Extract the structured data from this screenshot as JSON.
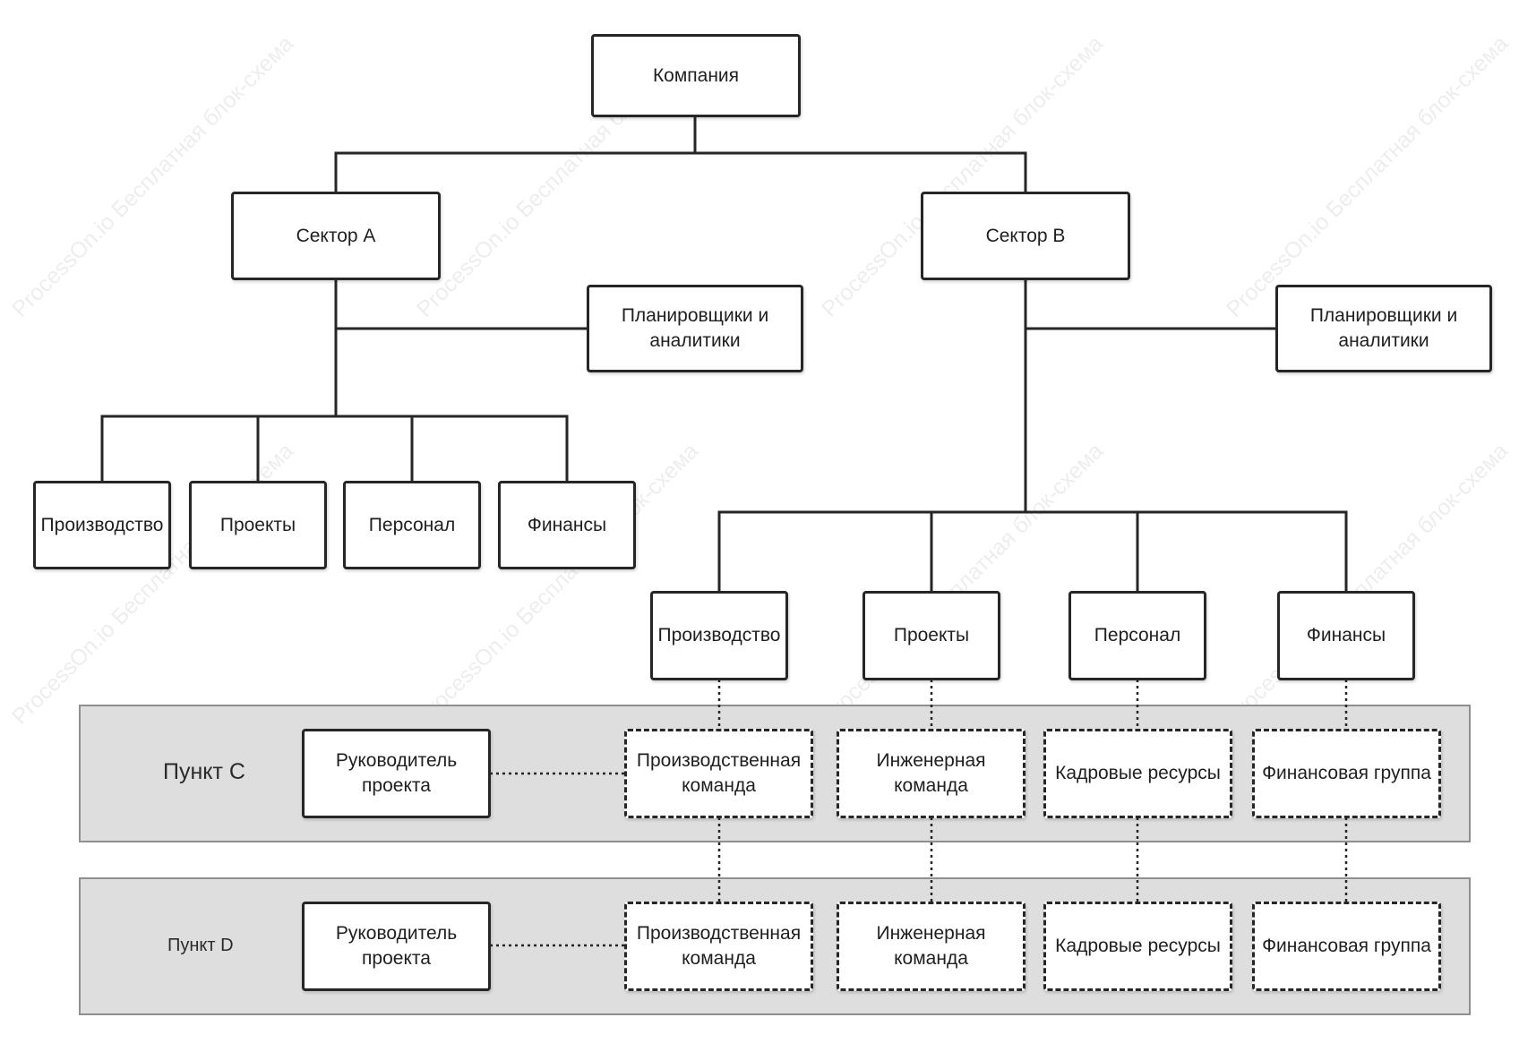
{
  "watermark": "ProcessOn.io Бесплатная блок-схема",
  "root": {
    "label": "Компания"
  },
  "sector_a": {
    "label": "Сектор А",
    "advisors": "Планировщики и аналитики",
    "departments": [
      "Производство",
      "Проекты",
      "Персонал",
      "Финансы"
    ]
  },
  "sector_b": {
    "label": "Сектор В",
    "advisors": "Планировщики и аналитики",
    "departments": [
      "Производство",
      "Проекты",
      "Персонал",
      "Финансы"
    ]
  },
  "point_c": {
    "label": "Пункт С",
    "manager": "Руководитель проекта",
    "teams": [
      "Производственная команда",
      "Инженерная команда",
      "Кадровые ресурсы",
      "Финансовая группа"
    ]
  },
  "point_d": {
    "label": "Пункт D",
    "manager": "Руководитель проекта",
    "teams": [
      "Производственная команда",
      "Инженерная команда",
      "Кадровые ресурсы",
      "Финансовая группа"
    ]
  },
  "colors": {
    "line": "#262626",
    "band_fill": "#dedede",
    "band_border": "#8f8f8f",
    "box_fill": "#ffffff"
  }
}
